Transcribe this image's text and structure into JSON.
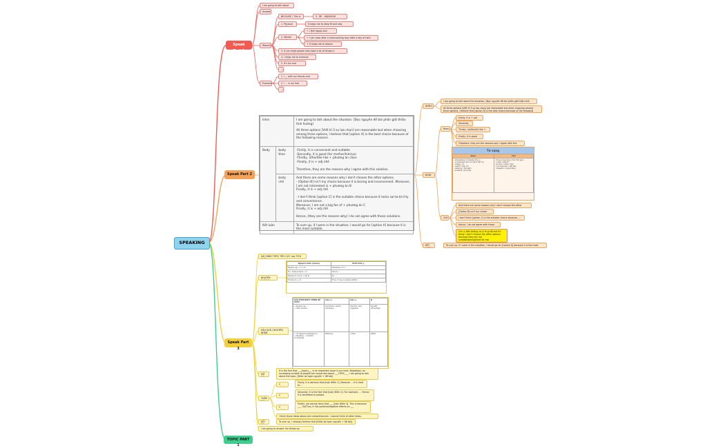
{
  "root": {
    "label": "SPEAKING"
  },
  "branches": {
    "part1": {
      "label": "Speak Part 1",
      "color": "#f25b52"
    },
    "part2": {
      "label": "Speak Part 2",
      "color": "#f4a15a"
    },
    "part3": {
      "label": "Speak Part 3",
      "color": "#f3cf3a"
    },
    "topic": {
      "label": "TOPIC PART 1",
      "color": "#3ccf8e"
    }
  },
  "part1": {
    "intro": "I am going to talk about ... .",
    "answer": "Answer",
    "reason_label": "Reason",
    "because": "BECAUSE / This is because ... .",
    "because_alt": "S - BE - ADJ/NOUN",
    "physical": "1. Physical health",
    "physical_sub": "It helps me to keep fit and stay healthy.",
    "mental": "2. Mental health",
    "mental_subs": [
      "+ I feel happy and comfortable.",
      "+ I can relax after a hard-working day/ after a day of hard work.",
      "+ It helps me to reduce stress."
    ],
    "r3": "3. It can meet people who have a lot of things in common with me.",
    "r4": "4. I helps me to enhance knowledge.",
    "r5": "5. It's fun and interesting",
    "r6": "...",
    "example_label": "Example",
    "ex1": "1. I ... with my friends and family",
    "ex2": "2. I ... in my free time.",
    "ex3": "..."
  },
  "part2": {
    "table": {
      "intro_label": "Intro",
      "intro_text_1": "I am going to talk about the situation. [Đọc nguyên đề bài phần giới thiệu tình huống]",
      "intro_text_2": "All three options [Viết kĩ 3 sự lựa chọn] are reasonable but when choosing among three options, I believe that [option A] is the best choice because of the following reasons.",
      "body_label": "Body",
      "body_then_label": "body then",
      "body_then_text": "-Firstly, it is convenient and suitable\n-Secondly, it is good (for me/her/him/us)\n-Thirdly, it/he/She like + phương án chọn\n-Finally, it is + adj nhé\n\nTherefore, they are the reasons why I agree with this solution.",
      "body_chê_label": "body chê",
      "body_chê_text": "And there are some reasons why I don't choose the other options.\n- [Option B] isn't my choice because it is boring and inconvenient. Moreover, I am not interested in + phương án B\nFinally, it is + adj chê\n\n- I don't think [option C] is the suitable choice because it lacks sai-ta-bi-li-ty and convenience.\nMoreover, I am not a big fan of + phương án C\nFinally, it is + adj chê\n\nHence, (they are the reasons why) I do not agree with those solutions.",
      "conclusion_label": "Kết luận",
      "conclusion_text": "To sum up, if I were in the situation, I would go for [option A] because it is the most suitable."
    },
    "intro_label": "INTRO",
    "intro_n1": "I am going to talk about the situation. [Đọc nguyên đề bài phần giới thiệu tình huống]",
    "intro_n2": "All three options [Viết kĩ 3 sự lựa chọn] are reasonable but when choosing among three options, I believe that [option A] is the best choice because of the following reasons.",
    "body_label": "BODY",
    "khen_label": "Khen",
    "khen_items": [
      "Firstly, it is + adj khen",
      "Secondly ... .",
      "Thirdly, he/She/it/I like + ... .",
      "Finally, it is good for + ... .",
      "Therefore, they are the reasons why I agree with this solution."
    ],
    "vocab_title": "Từ vựng",
    "vocab_col1": "Khen",
    "vocab_col2": "Chê",
    "vocab_khen": "- interesting/ 'ɪntrəstɪŋ/ thú vị\n- convenient /kən'viːniənt/ tiện lợi\n- cheap / rẻ\n- useful / hữu ích\n- relaxing / thư giãn\n- suitable / phù hợp",
    "vocab_chê": "- time-consuming / tốn thời gian\n- costly / đắt đỏ\n- boring / nhàm chán\n- inconvenient / bất tiện\n- stressful / căng thẳng",
    "chê_label": "Chê",
    "chê_items": [
      "And there are some reasons why I don't choose the other options.",
      "[Option B] isn't my choice because ... .",
      "I don't think [option C] is the suitable choice because ... .",
      "Hence, I do not agree with those solutions."
    ],
    "chê_highlight": "Chú ý: Nếu không có lý lẽ gì để chê thì dùng: I don't choose the other options because they are not suitable/boring/hard for me",
    "conclusion_label": "KẾT LUẬN",
    "conclusion_text": "To sum up, if I were in the situation, I would go for [Option A] because it is the most suitable."
  },
  "part3": {
    "head": "XÁC ĐỊNH TOPIC TIÊU CỰC hay TÍCH CỰC",
    "nn_label": "NGUYÊN NHÂN T",
    "hq_label": "HẬU QUẢ / NGUYÊN NHÂN",
    "mo_bai_label": "MỞ BÀI",
    "mo_bai_text": "It is the fact that ___(topic)___ is an important issue in our lives. Nowadays, an increasing number of people are concerned about ___TOPIC___. I am going to talk about the topic. [Nhắc lại topic nguyên + đề bài]",
    "than_bai_label": "THÂN BÀI",
    "y1_label": "Ý chính 1",
    "y1_text": "Firstly, it is obvious that [luận điểm 1]. Because ... It is hard to ...",
    "y2_label": "Ý chính 2",
    "y2_text": "Secondly, it is the fact that [luận điểm 2]. For example, ... Hence, it is beneficial to people.",
    "y3_label": "Ý chính 3",
    "y3_text": "Finally, we cannot deny that ___ [luận điểm 3]. This is because ___. So/Thus, it has positive/negative effects on ___",
    "y4_text": "I think those ideas above are comprehensive. I cannot think of other ideas.",
    "ket_bai_label": "KẾT BÀI",
    "ket_bai_text": "To sum up, I strongly believe that [Nhắc lại topic nguyên + đề bài].",
    "final": "I am going to answer the follow-up questions.",
    "mini1": {
      "head": [
        "Nguyên nhân (Cause)",
        "Phát triển ý"
      ],
      "rows": [
        [
          "People use + V + N",
          "Therefore, it is ..."
        ],
        [
          "N + helps people + V",
          "Hence, ..."
        ],
        [
          "People do more + adj N",
          "So, ..."
        ],
        [
          "Thanks to + N",
          "Thus, it has a positive effect ..."
        ]
      ]
    },
    "mini2": {
      "head": [
        "GIẢI PHÁP/ĐIỀU CHỈNH ĐỀ XUẤT",
        "Adj (+)",
        "Adj (-)",
        "N"
      ],
      "rows": [
        [
          "+ People can ...\n+ Help people ...",
          "important, useful, necessary",
          "harmful, bad, negative",
          "benefit, advantage"
        ],
        [
          "+ Increase knowledge by ...\n+ Reading ... broaden knowledge.",
          "effective",
          "costly",
          "effect"
        ]
      ]
    }
  }
}
